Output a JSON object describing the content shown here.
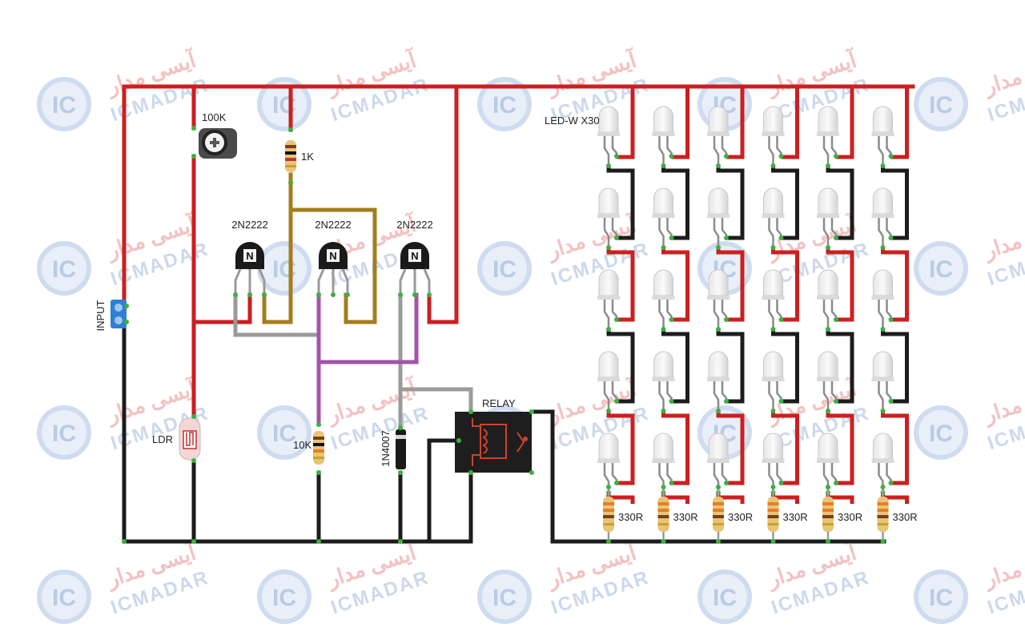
{
  "labels": {
    "pot": "100K",
    "r1k": "1K",
    "q1": "2N2222",
    "q2": "2N2222",
    "q3": "2N2222",
    "relay": "RELAY",
    "input": "INPUT",
    "ldr": "LDR",
    "r10k": "10K",
    "diode": "1N4007",
    "led_array": "LED-W X30",
    "r330": "330R",
    "transistor_mark": "N"
  },
  "watermark": {
    "ic": "IC",
    "fa": "آیسی مدار",
    "en": "ICMADAR"
  },
  "led_grid": {
    "columns": 6,
    "rows": 5
  },
  "colors": {
    "wire_positive": "#cc1f1f",
    "wire_ground": "#1c1c1c",
    "wire_gold": "#a47d1f",
    "wire_gray": "#9a9a9a",
    "wire_purple": "#a453a8",
    "pin_green": "#3cb043",
    "watermark_blue": "#cfdcf0"
  }
}
